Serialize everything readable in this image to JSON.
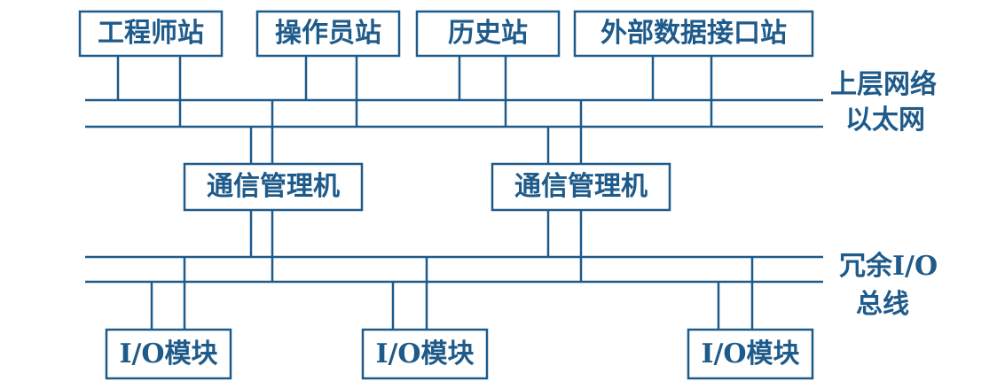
{
  "stations": [
    "工程师站",
    "操作员站",
    "历史站",
    "外部数据接口站"
  ],
  "comm_managers": [
    "通信管理机",
    "通信管理机"
  ],
  "io_modules": [
    "I/O模块",
    "I/O模块",
    "I/O模块"
  ],
  "upper_network_label": [
    "上层网络",
    "以太网"
  ],
  "io_bus_label": [
    "冗余I/O",
    "总线"
  ],
  "line_color": "#1e5a8a"
}
